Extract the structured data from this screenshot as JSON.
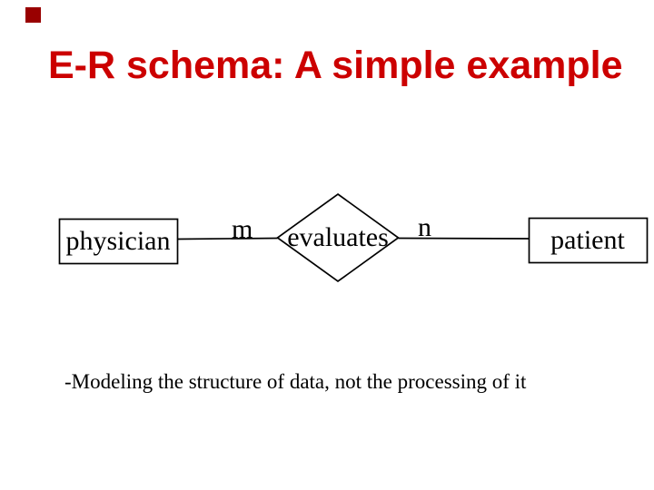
{
  "slide": {
    "title": "E-R schema: A simple example",
    "footnote": "-Modeling the structure of data, not the processing of it"
  },
  "diagram": {
    "type": "entity-relationship",
    "entities": [
      {
        "label": "physician",
        "shape": "rectangle"
      },
      {
        "label": "patient",
        "shape": "rectangle"
      }
    ],
    "relationship": {
      "label": "evaluates",
      "shape": "diamond"
    },
    "cardinality": {
      "left": "m",
      "right": "n"
    },
    "connections": [
      {
        "from": "physician",
        "to": "evaluates",
        "label": "m"
      },
      {
        "from": "evaluates",
        "to": "patient",
        "label": "n"
      }
    ]
  },
  "colors": {
    "title_color": "#cc0000",
    "square_color": "#990000",
    "stroke_color": "#000000",
    "background_color": "#ffffff"
  }
}
